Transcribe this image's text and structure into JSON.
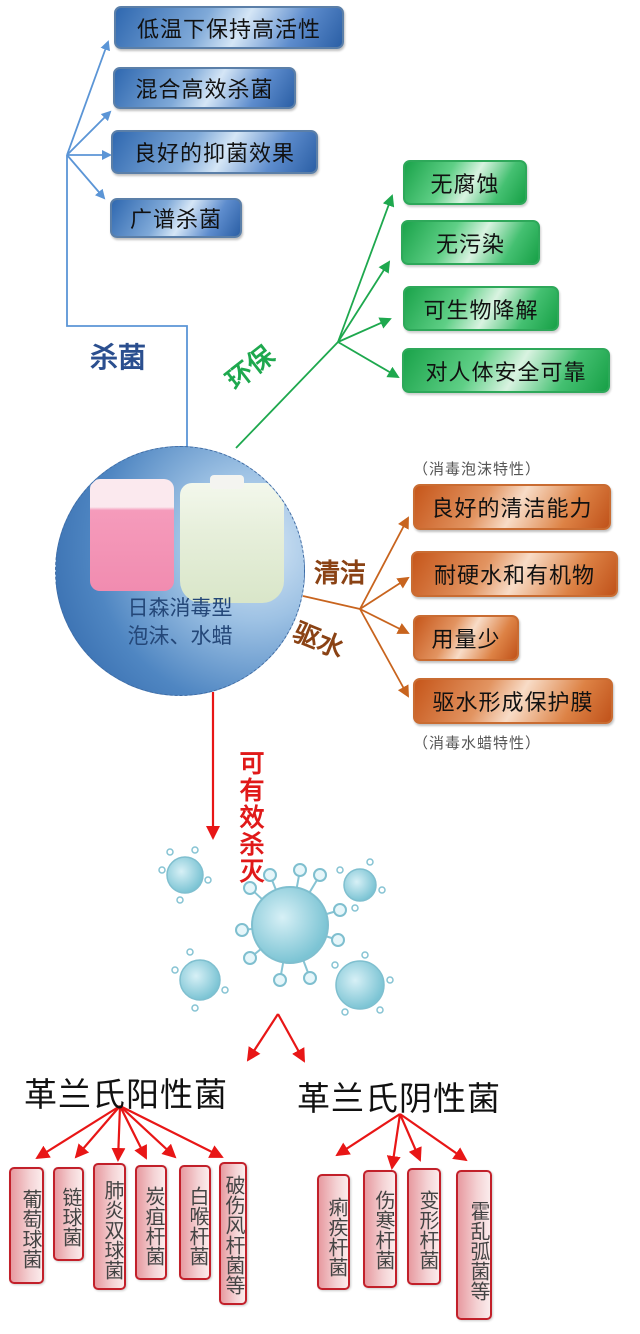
{
  "center": {
    "title_line1": "日森消毒型",
    "title_line2": "泡沫、水蜡",
    "image": "disinfectant-jugs (pink and white containers)"
  },
  "branches": {
    "sterilize": {
      "label": "杀菌",
      "color": "#5b8fd0",
      "items": [
        "低温下保持高活性",
        "混合高效杀菌",
        "良好的抑菌效果",
        "广谱杀菌"
      ]
    },
    "eco": {
      "label": "环保",
      "color": "#1ea84e",
      "items": [
        "无腐蚀",
        "无污染",
        "可生物降解",
        "对人体安全可靠"
      ]
    },
    "clean": {
      "label_clean": "清洁",
      "label_repel": "驱水",
      "color": "#c8641e",
      "note_top": "（消毒泡沫特性）",
      "note_bottom": "（消毒水蜡特性）",
      "items": [
        "良好的清洁能力",
        "耐硬水和有机物",
        "用量少",
        "驱水形成保护膜"
      ]
    }
  },
  "kill": {
    "label": "可有效杀灭",
    "color": "#e01919",
    "image": "bacteria-virus cluster illustration"
  },
  "gram_positive": {
    "title": "革兰氏阳性菌",
    "items": [
      "葡萄球菌",
      "链球菌",
      "肺炎双球菌",
      "炭疽杆菌",
      "白喉杆菌",
      "破伤风杆菌等"
    ]
  },
  "gram_negative": {
    "title": "革兰氏阴性菌",
    "items": [
      "痢疾杆菌",
      "伤寒杆菌",
      "变形杆菌",
      "霍乱弧菌等"
    ]
  }
}
